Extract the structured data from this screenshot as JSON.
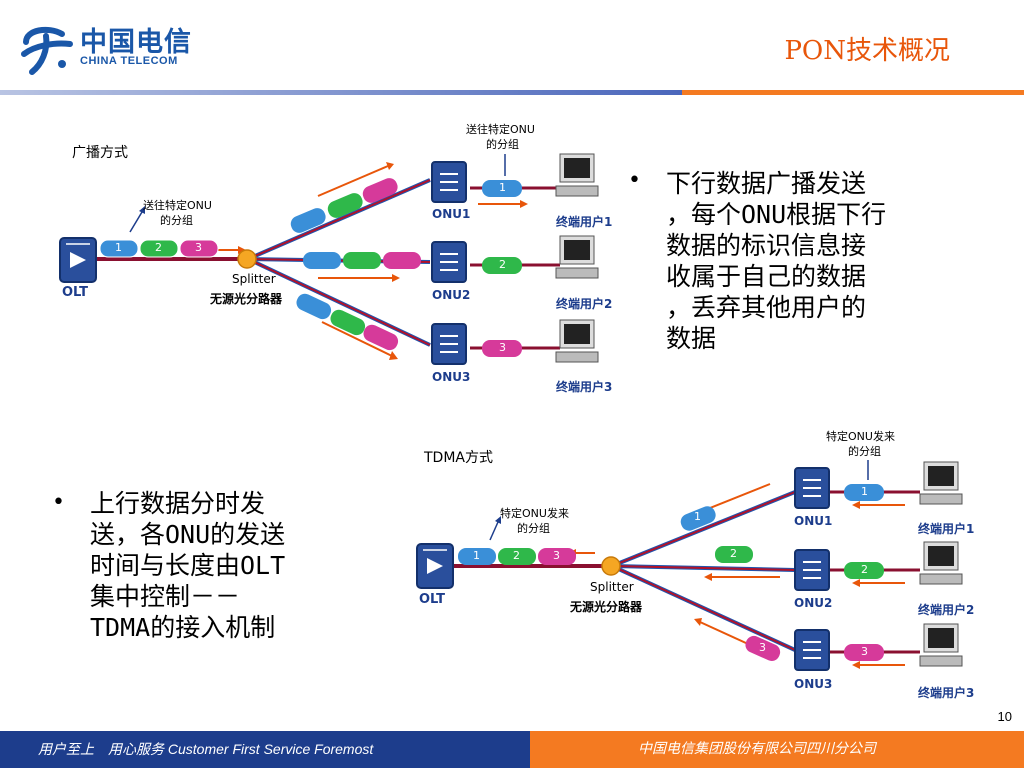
{
  "header": {
    "logo_cn": "中国电信",
    "logo_en": "CHINA TELECOM",
    "title": "PON技术概况"
  },
  "downstream": {
    "mode_label": "广播方式",
    "olt_label": "OLT",
    "splitter_label": "Splitter",
    "splitter_cn": "无源光分路器",
    "callout_left": [
      "送往特定ONU",
      "的分组"
    ],
    "callout_top": [
      "送往特定ONU",
      "的分组"
    ],
    "onus": [
      "ONU1",
      "ONU2",
      "ONU3"
    ],
    "users": [
      "终端用户1",
      "终端用户2",
      "终端用户3"
    ],
    "packets": [
      "1",
      "2",
      "3"
    ]
  },
  "downstream_text": [
    "下行数据广播发送",
    "，每个ONU根据下行",
    "数据的标识信息接",
    "收属于自己的数据",
    "，丢弃其他用户的",
    "数据"
  ],
  "upstream": {
    "mode_label": "TDMA方式",
    "olt_label": "OLT",
    "splitter_label": "Splitter",
    "splitter_cn": "无源光分路器",
    "callout_left": [
      "特定ONU发来",
      "的分组"
    ],
    "callout_top": [
      "特定ONU发来",
      "的分组"
    ],
    "onus": [
      "ONU1",
      "ONU2",
      "ONU3"
    ],
    "users": [
      "终端用户1",
      "终端用户2",
      "终端用户3"
    ],
    "packets": [
      "1",
      "2",
      "3"
    ]
  },
  "upstream_text": [
    "上行数据分时发",
    "送，各ONU的发送",
    "时间与长度由OLT",
    "集中控制－－",
    "TDMA的接入机制"
  ],
  "page_number": "10",
  "footer": {
    "slogan": "用户至上　用心服务 Customer First Service Foremost",
    "company": "中国电信集团股份有限公司四川分公司"
  },
  "colors": {
    "brand_blue": "#1a57a8",
    "title_orange": "#e8560a",
    "footer_blue": "#1d3d8c",
    "footer_orange": "#f47a21",
    "packet_blue": "#3a8fd8",
    "packet_green": "#2fb84a",
    "packet_magenta": "#d63a9a"
  }
}
